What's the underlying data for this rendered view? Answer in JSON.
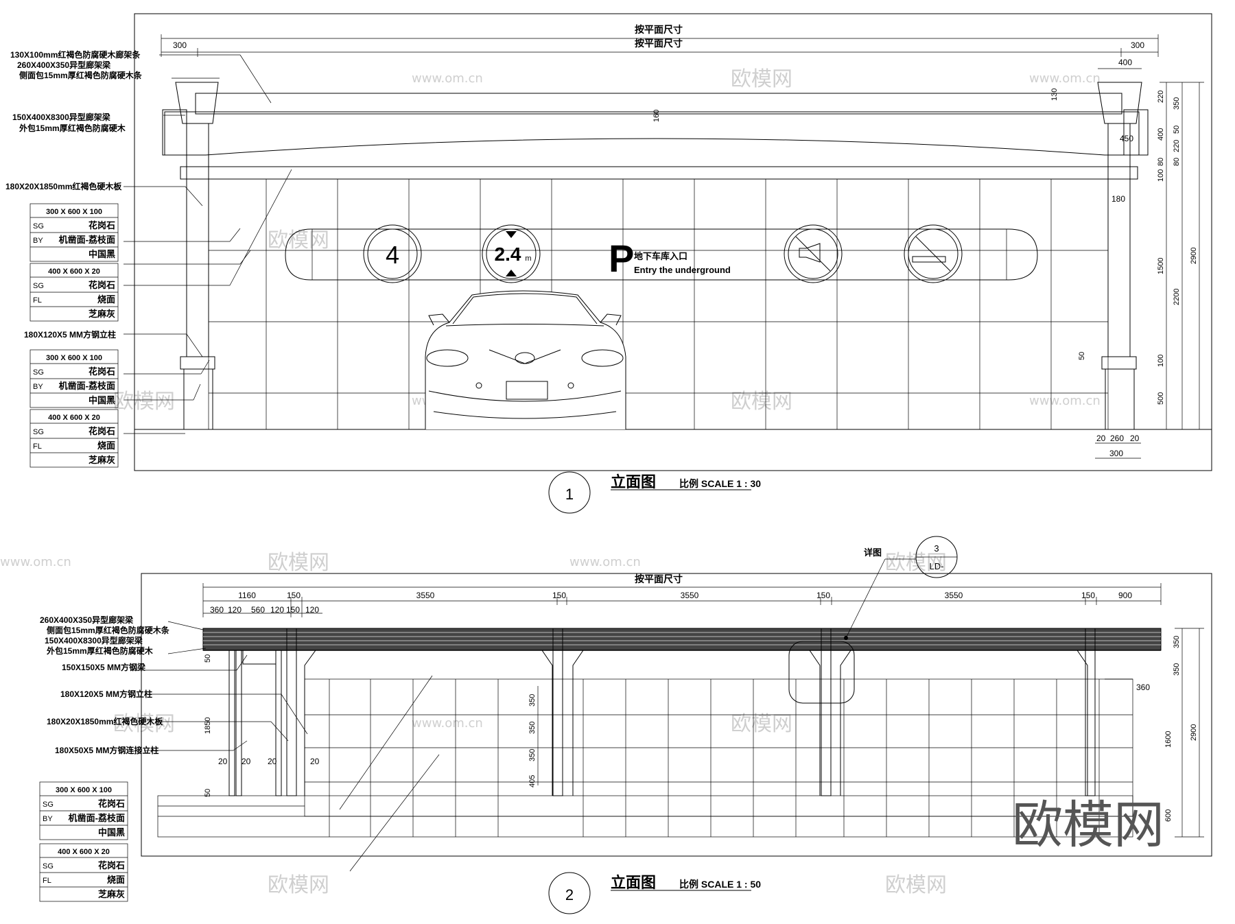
{
  "plan_note": "按平面尺寸",
  "elev1": {
    "title": "立面图",
    "scale": "比例 SCALE 1 : 30",
    "number": "1",
    "top_dims": [
      "300",
      "300"
    ],
    "labels": [
      "130X100mm红褐色防腐硬木廊架条",
      "260X400X350异型廊架梁",
      "侧面包15mm厚红褐色防腐硬木条",
      "150X400X8300异型廊架梁",
      "外包15mm厚红褐色防腐硬木",
      "180X20X1850mm红褐色硬木板",
      "180X120X5 MM方钢立柱"
    ],
    "spec_tables": [
      {
        "header": "300 X 600 X 100",
        "rows": [
          [
            "SG",
            "花岗石"
          ],
          [
            "BY",
            "机凿面-荔枝面"
          ],
          [
            "",
            "中国黑"
          ]
        ]
      },
      {
        "header": "400 X 600 X 20",
        "rows": [
          [
            "SG",
            "花岗石"
          ],
          [
            "FL",
            "烧面"
          ],
          [
            "",
            "芝麻灰"
          ]
        ]
      },
      {
        "header": "300 X 600 X 100",
        "rows": [
          [
            "SG",
            "花岗石"
          ],
          [
            "BY",
            "机凿面-荔枝面"
          ],
          [
            "",
            "中国黑"
          ]
        ]
      },
      {
        "header": "400 X 600 X 20",
        "rows": [
          [
            "SG",
            "花岗石"
          ],
          [
            "FL",
            "烧面"
          ],
          [
            "",
            "芝麻灰"
          ]
        ]
      }
    ],
    "sign": {
      "speed": "4",
      "height": "2.4",
      "height_unit": "m",
      "p": "P",
      "cn": "地下车库入口",
      "en": "Entry the underground"
    },
    "dims": [
      "130",
      "160",
      "400",
      "450",
      "180",
      "50",
      "20",
      "260",
      "20",
      "300"
    ],
    "right_dims": [
      "220",
      "350",
      "50",
      "400",
      "220",
      "80",
      "80",
      "100",
      "1500",
      "2200",
      "2900",
      "100",
      "500"
    ]
  },
  "elev2": {
    "title": "立面图",
    "scale": "比例 SCALE 1 : 50",
    "number": "2",
    "detail_label": "详图",
    "detail_num": "3",
    "detail_ref": "LD-",
    "top_dims": [
      "1160",
      "150",
      "3550",
      "150",
      "3550",
      "150",
      "3550",
      "150",
      "900"
    ],
    "sub_dims": [
      "360",
      "120",
      "560",
      "120",
      "150",
      "120"
    ],
    "labels": [
      "260X400X350异型廊架梁",
      "侧面包15mm厚红褐色防腐硬木条",
      "150X400X8300异型廊架梁",
      "外包15mm厚红褐色防腐硬木",
      "150X150X5 MM方钢梁",
      "180X120X5 MM方钢立柱",
      "180X20X1850mm红褐色硬木板",
      "180X50X5 MM方钢连接立柱"
    ],
    "spec_tables": [
      {
        "header": "300 X 600 X 100",
        "rows": [
          [
            "SG",
            "花岗石"
          ],
          [
            "BY",
            "机凿面-荔枝面"
          ],
          [
            "",
            "中国黑"
          ]
        ]
      },
      {
        "header": "400 X 600 X 20",
        "rows": [
          [
            "SG",
            "花岗石"
          ],
          [
            "FL",
            "烧面"
          ],
          [
            "",
            "芝麻灰"
          ]
        ]
      }
    ],
    "left_dims": [
      "50",
      "1850",
      "50"
    ],
    "bottom_dims": [
      "20",
      "20",
      "20",
      "20"
    ],
    "inner_dims": [
      "350",
      "350",
      "350",
      "405"
    ],
    "right_dims": [
      "350",
      "350",
      "360",
      "1600",
      "2900",
      "600"
    ]
  },
  "watermark": {
    "small": "欧模网",
    "url": "www.om.cn",
    "big": "欧模网"
  }
}
